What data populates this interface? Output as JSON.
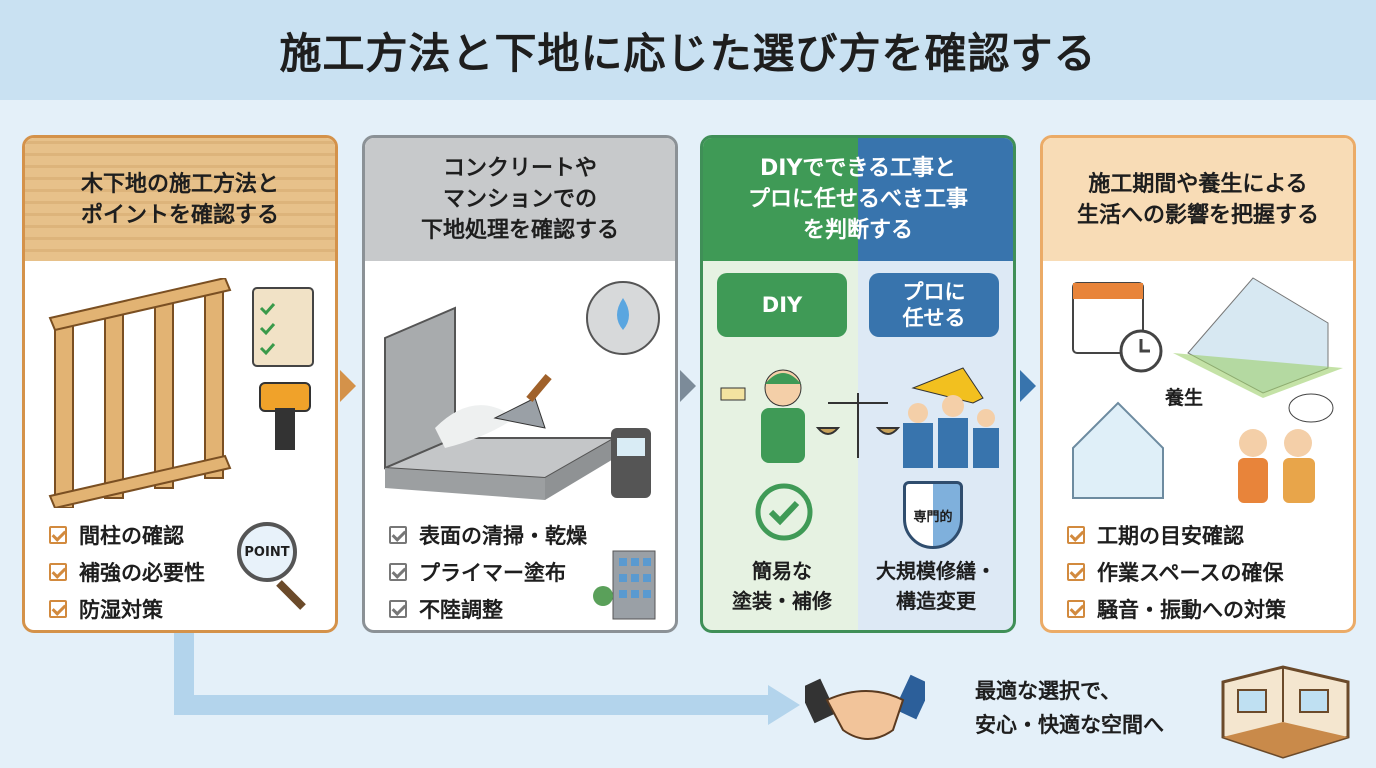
{
  "title": "施工方法と下地に応じた選び方を確認する",
  "cards": [
    {
      "heading_lines": [
        "木下地の施工方法と",
        "ポイントを確認する"
      ],
      "checklist": [
        "間柱の確認",
        "補強の必要性",
        "防湿対策"
      ],
      "badge": "POINT"
    },
    {
      "heading_lines": [
        "コンクリートや",
        "マンションでの",
        "下地処理を確認する"
      ],
      "checklist": [
        "表面の清掃・乾燥",
        "プライマー塗布",
        "不陸調整"
      ]
    },
    {
      "heading_lines": [
        "DIYでできる工事と",
        "プロに任せるべき工事",
        "を判断する"
      ],
      "diy": {
        "label": "DIY",
        "desc_lines": [
          "簡易な",
          "塗装・補修"
        ]
      },
      "pro": {
        "label_lines": [
          "プロに",
          "任せる"
        ],
        "shield": "専門的",
        "desc_lines": [
          "大規模修繕・",
          "構造変更"
        ]
      }
    },
    {
      "heading_lines": [
        "施工期間や養生による",
        "生活への影響を把握する"
      ],
      "label": "養生",
      "checklist": [
        "工期の目安確認",
        "作業スペースの確保",
        "騒音・振動への対策"
      ]
    }
  ],
  "closing_lines": [
    "最適な選択で、",
    "安心・快適な空間へ"
  ],
  "colors": {
    "wood": "#d4924a",
    "concrete": "#8b9196",
    "diy": "#3f9a56",
    "pro": "#3874ad",
    "schedule": "#ebab67",
    "header": "#c9e1f2"
  }
}
